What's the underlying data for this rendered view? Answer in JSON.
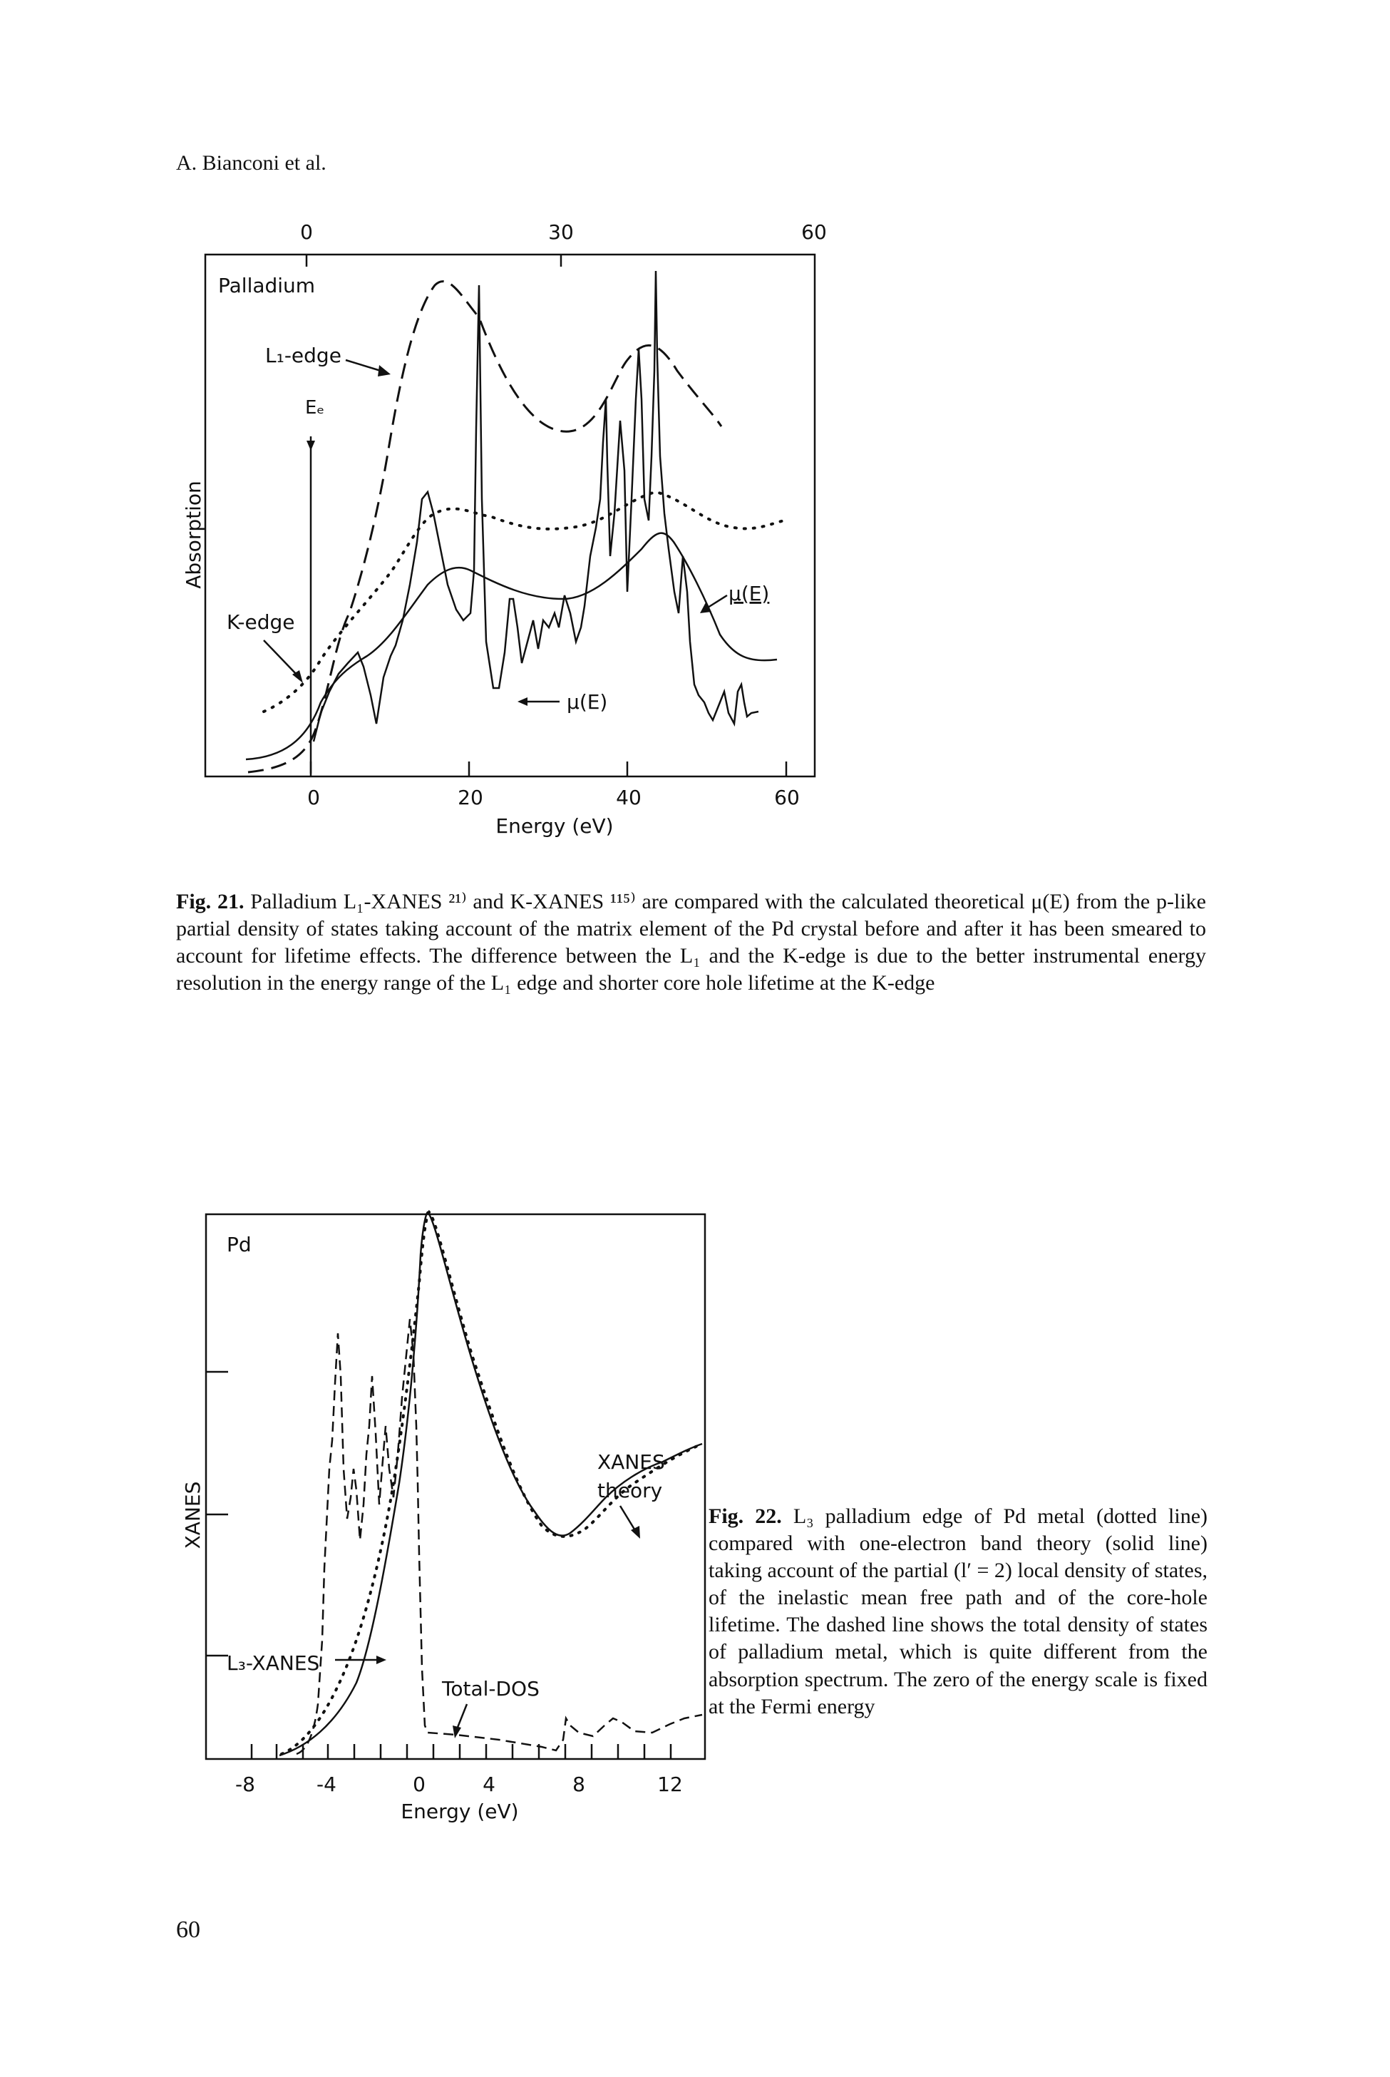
{
  "header": {
    "running_head": "A. Bianconi et al."
  },
  "page_number": "60",
  "figure21": {
    "top_ticks": [
      "0",
      "30",
      "60"
    ],
    "bottom_ticks": [
      "0",
      "20",
      "40",
      "60"
    ],
    "xlabel": "Energy (eV)",
    "ylabel": "Absorption",
    "panel_label": "Palladium",
    "annotations": {
      "l1_edge": "L₁-edge",
      "ef": "Eₑ",
      "k_edge": "K-edge",
      "mu_upper": "μ(E)",
      "mu_lower": "μ(E)"
    },
    "caption_label": "Fig. 21.",
    "caption_text": "Palladium L₁-XANES ²¹⁾ and K-XANES ¹¹⁵⁾ are compared with the calculated theoretical μ(E) from the p-like partial density of states taking account of the matrix element of the Pd crystal before and after it has been smeared to account for lifetime effects. The difference between the L₁ and the K-edge is due to the better instrumental energy resolution in the energy range of the L₁ edge and shorter core hole lifetime at the K-edge"
  },
  "figure22": {
    "panel_label": "Pd",
    "ylabel": "XANES",
    "xlabel": "Energy (eV)",
    "x_ticks": [
      "-8",
      "-4",
      "0",
      "4",
      "8",
      "12"
    ],
    "annotations": {
      "xanes_theory_1": "XANES",
      "xanes_theory_2": "theory",
      "l3_xanes": "L₃-XANES",
      "total_dos": "Total-DOS"
    },
    "caption_label": "Fig. 22.",
    "caption_text": "L₃ palladium edge of Pd metal (dotted line) compared with one-electron band theory (solid line) taking account of the partial (l′ = 2) local density of states, of the inelastic mean free path and of the core-hole lifetime. The dashed line shows the total density of states of palladium metal, which is quite different from the absorption spectrum. The zero of the energy scale is fixed at the Fermi energy"
  }
}
